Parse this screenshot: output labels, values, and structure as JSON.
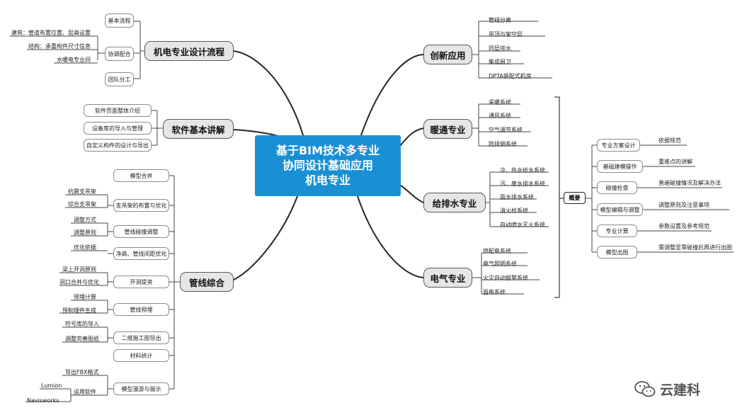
{
  "center": {
    "line1": "基于BIM技术多专业",
    "line2": "协同设计基础应用",
    "line3": "机电专业"
  },
  "left": {
    "process": {
      "label": "机电专业设计流程",
      "subs": [
        "基本流程",
        "协调配合",
        "团队分工"
      ],
      "leaves": [
        "建筑：管道布置位置、层高设置",
        "结构：承重构件尺寸信息",
        "水暖电专业间"
      ]
    },
    "software": {
      "label": "软件基本讲解",
      "subs": [
        "软件页面整体介绍",
        "设备库的导入与管理",
        "自定义构件的设计与导出"
      ]
    },
    "pipeline": {
      "label": "管线综合",
      "subs": [
        "模型合并",
        "支吊架的布置与优化",
        "管线碰撞调整",
        "净高、管线间距优化",
        "开洞提资",
        "管线预埋",
        "二维施工图导出",
        "材料统计",
        "模型漫游与展示"
      ],
      "leaves": [
        "抗震支吊架",
        "综合支吊架",
        "调整方式",
        "调整原则",
        "优化依据",
        "梁上开洞原则",
        "洞口合并与优化",
        "预埋计算",
        "预制埋件生成",
        "符号库的导入",
        "调整完善图纸",
        "导出FBX格式",
        "运用软件",
        "Lumion",
        "Navisworks"
      ]
    }
  },
  "right": {
    "innovation": {
      "label": "创新应用",
      "leaves": [
        "管线分离",
        "吊顶与架空层",
        "同层排水",
        "集成厨卫",
        "DPTA装配式机房"
      ]
    },
    "hvac": {
      "label": "暖通专业",
      "leaves": [
        "采暖系统",
        "通风系统",
        "空气调节系统",
        "防排烟系统"
      ]
    },
    "water": {
      "label": "给排水专业",
      "leaves": [
        "冷、热水给水系统",
        "污、废水排水系统",
        "雨水排水系统",
        "消火栓系统",
        "自动喷水灭火系统"
      ]
    },
    "electrical": {
      "label": "电气专业",
      "leaves": [
        "供配电系统",
        "电气照明系统",
        "火灾自动报警系统",
        "弱电系统"
      ]
    }
  },
  "overview": {
    "label": "概要",
    "subs": [
      "专业方案设计",
      "基础建模操作",
      "碰撞检查",
      "模型编辑与调整",
      "专业计算",
      "模型출图"
    ],
    "leaves": [
      "依据规范",
      "重难点的讲解",
      "普遍碰撞情况及解决办法",
      "调整原则及注意事项",
      "参数设置及参考规范",
      "需调整至零碰撞后再进行출图"
    ]
  },
  "watermark": {
    "text": "云建科"
  }
}
